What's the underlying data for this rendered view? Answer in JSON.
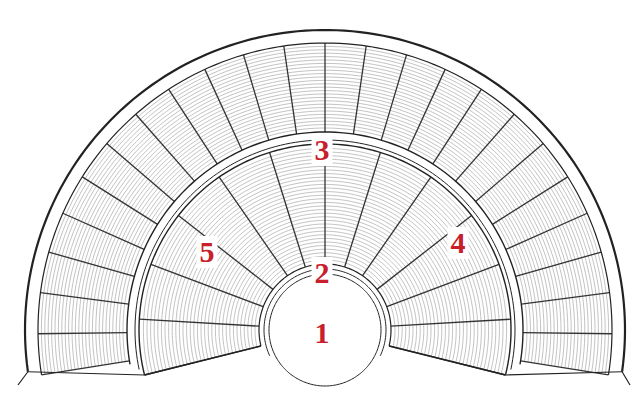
{
  "diagram": {
    "labels": [
      "3",
      "5",
      "4",
      "2",
      "1"
    ]
  }
}
